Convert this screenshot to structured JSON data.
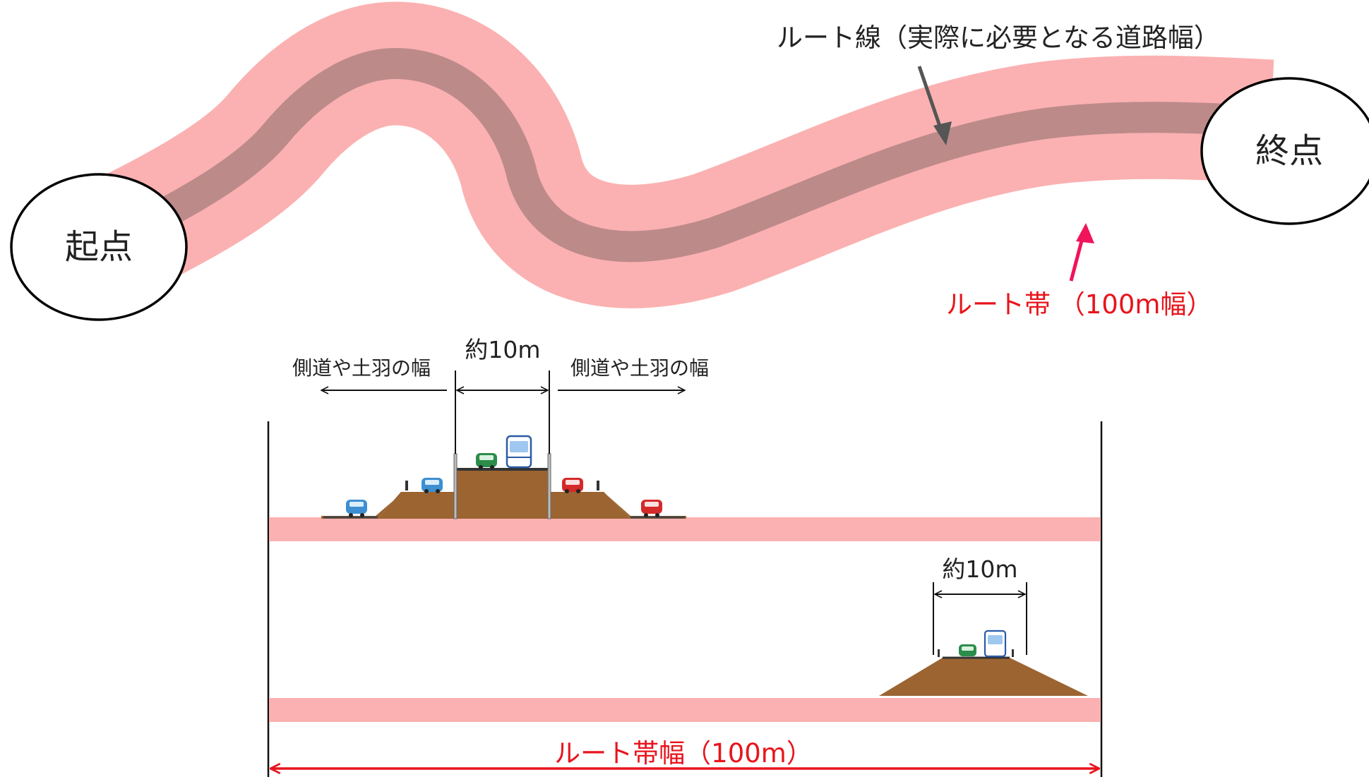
{
  "top": {
    "start_label": "起点",
    "end_label": "終点",
    "route_line_label": "ルート線（実際に必要となる道路幅）",
    "route_band_label": "ルート帯 （100m幅）"
  },
  "section_upper": {
    "center_width_label": "約10m",
    "left_side_label": "側道や土羽の幅",
    "right_side_label": "側道や土羽の幅"
  },
  "section_lower": {
    "width_label": "約10m"
  },
  "band_width_label": "ルート帯幅（100m）",
  "colors": {
    "band": "#fbb1b1",
    "route": "#bd8a8a",
    "earth": "#9b6431",
    "red": "#e8141c",
    "pink_arrow": "#f0145a",
    "dark_arrow": "#555555"
  }
}
